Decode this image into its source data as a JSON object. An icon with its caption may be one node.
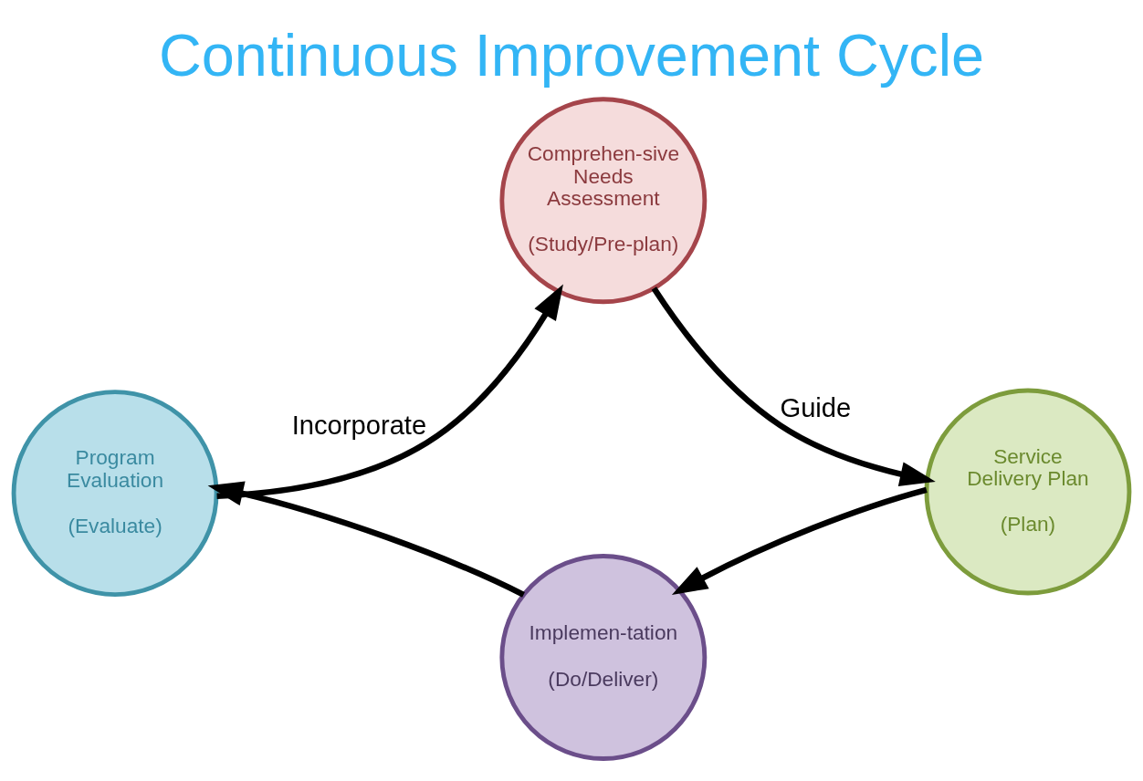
{
  "diagram": {
    "title": "Continuous Improvement Cycle",
    "nodes": [
      {
        "text": [
          "Comprehen-sive Needs Assessment",
          "(Study/Pre-plan)"
        ]
      },
      {
        "text": [
          "Service Delivery Plan",
          "(Plan)"
        ]
      },
      {
        "text": [
          "Implemen-tation",
          "(Do/Deliver)"
        ]
      },
      {
        "text": [
          "Program Evaluation",
          "(Evaluate)"
        ]
      }
    ],
    "edges": [
      {
        "from": 3,
        "to": 0,
        "arrow": "to",
        "label": "Incorporate"
      },
      {
        "from": 0,
        "to": 1,
        "arrow": "to",
        "label": "Guide"
      },
      {
        "from": 1,
        "to": 2,
        "arrow": "to"
      },
      {
        "from": 2,
        "to": 3,
        "arrow": "to"
      }
    ]
  }
}
